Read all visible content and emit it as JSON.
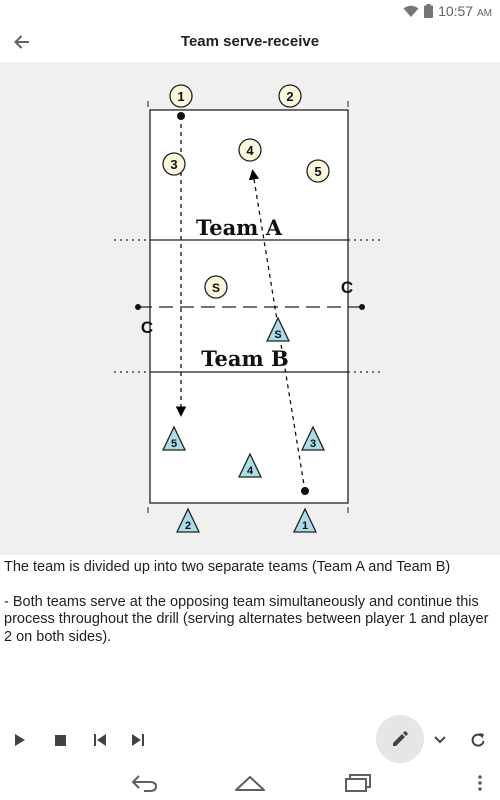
{
  "status": {
    "time": "10:57",
    "ampm": "AM"
  },
  "header": {
    "title": "Team serve-receive"
  },
  "diagram": {
    "team_a_label": "Team A",
    "team_b_label": "Team B",
    "team_a_players": [
      "1",
      "2",
      "3",
      "4",
      "5",
      "S"
    ],
    "team_b_players": [
      "1",
      "2",
      "3",
      "4",
      "5",
      "S"
    ],
    "coach_label": "C"
  },
  "description": {
    "line1": "The team is divided up into two separate teams (Team A and Team B)",
    "line2": "- Both teams serve at the opposing team simultaneously and continue this process throughout the drill (serving alternates between player 1 and player 2 on both sides)."
  },
  "icons": {
    "back": "arrow-left-icon",
    "play": "play-icon",
    "stop": "stop-icon",
    "prev": "skip-previous-icon",
    "next": "skip-next-icon",
    "edit": "pencil-icon",
    "expand": "chevron-down-icon",
    "refresh": "refresh-icon",
    "nav_back": "nav-back-icon",
    "nav_home": "nav-home-icon",
    "nav_recents": "nav-recents-icon",
    "overflow": "overflow-menu-icon"
  },
  "colors": {
    "circle_fill": "#fbf8dc",
    "triangle_fill": "#a9dde8",
    "diagram_bg": "#f0f0f0"
  }
}
